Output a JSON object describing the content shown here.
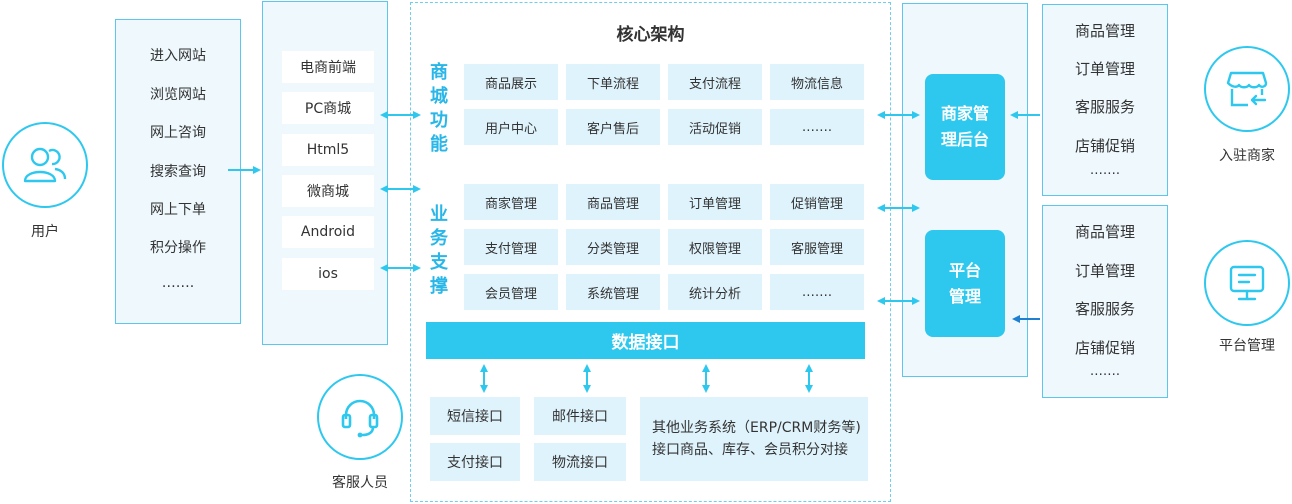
{
  "title": "核心架构",
  "user": {
    "label": "用户",
    "actions": [
      "进入网站",
      "浏览网站",
      "网上咨询",
      "搜索查询",
      "网上下单",
      "积分操作",
      "……."
    ]
  },
  "frontend": [
    "电商前端",
    "PC商城",
    "Html5",
    "微商城",
    "Android",
    "ios"
  ],
  "mall_functions": {
    "label": "商城功能",
    "items": [
      "商品展示",
      "下单流程",
      "支付流程",
      "物流信息",
      "用户中心",
      "客户售后",
      "活动促销",
      "……."
    ]
  },
  "business_support": {
    "label": "业务支撑",
    "items": [
      "商家管理",
      "商品管理",
      "订单管理",
      "促销管理",
      "支付管理",
      "分类管理",
      "权限管理",
      "客服管理",
      "会员管理",
      "系统管理",
      "统计分析",
      "……."
    ]
  },
  "data_interface": "数据接口",
  "interfaces": [
    "短信接口",
    "邮件接口",
    "支付接口",
    "物流接口"
  ],
  "other_systems": {
    "line1": "其他业务系统（ERP/CRM财务等)",
    "line2": "接口商品、库存、会员积分对接"
  },
  "merchant_backend": "商家管理后台",
  "platform_mgmt": "平台管理",
  "merchant_list": [
    "商品管理",
    "订单管理",
    "客服服务",
    "店铺促销",
    "……."
  ],
  "platform_list": [
    "商品管理",
    "订单管理",
    "客服服务",
    "店铺促销",
    "……."
  ],
  "customer_service": {
    "label": "客服人员"
  },
  "merchant": {
    "label": "入驻商家"
  },
  "platform": {
    "label": "平台管理"
  },
  "colors": {
    "accent": "#2ec8ef",
    "border": "#5cc6ec",
    "panel_bg": "#eef8fd",
    "cell_bg": "#dff3fc",
    "arrow_dark": "#1f7fd1"
  }
}
